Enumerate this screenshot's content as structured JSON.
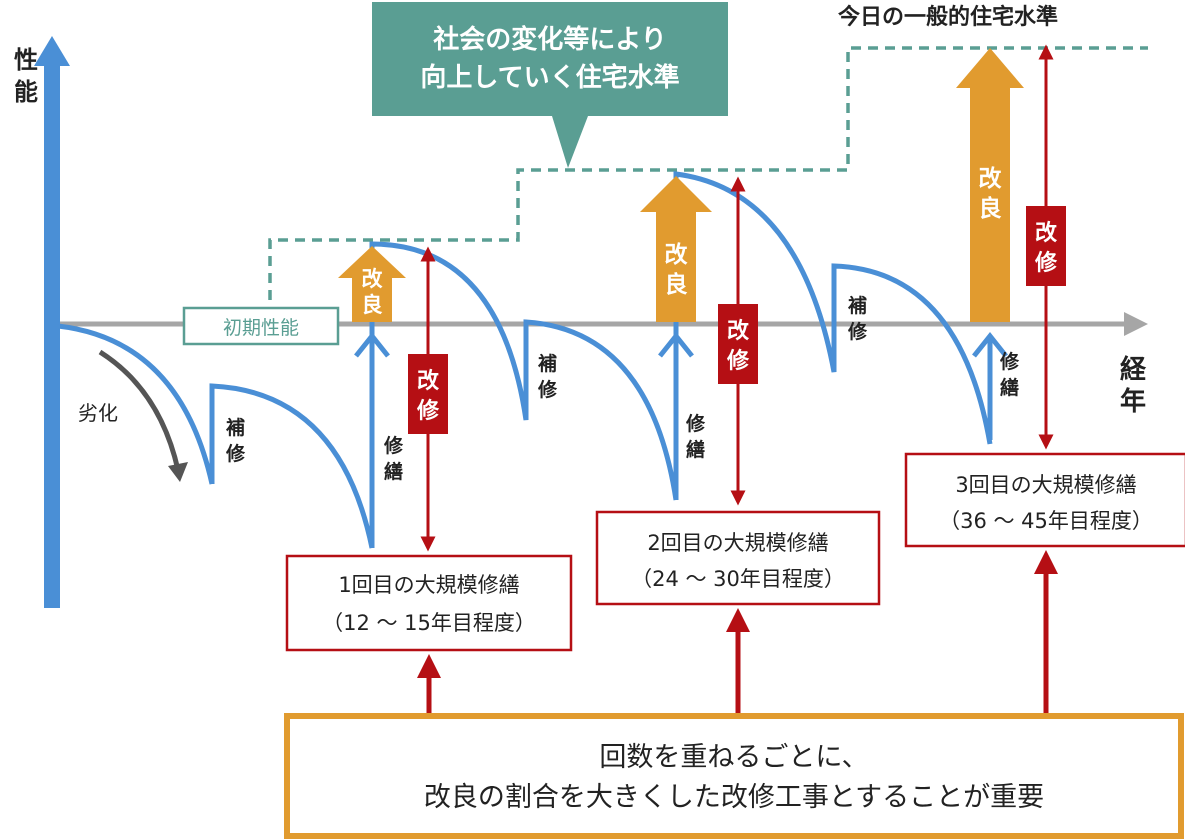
{
  "colors": {
    "axis_blue": "#4a8fd6",
    "curve_blue": "#4a8fd6",
    "improve_orange": "#e19b2f",
    "renovate_red": "#b50f14",
    "baseline_gray": "#a6a6a6",
    "teal": "#5a9e93",
    "degrade_gray": "#555555",
    "summary_border": "#e19b2f"
  },
  "axes": {
    "y_label_1": "性",
    "y_label_2": "能",
    "x_label_1": "経",
    "x_label_2": "年"
  },
  "labels": {
    "initial_performance": "初期性能",
    "degradation": "劣化",
    "todays_standard": "今日の一般的住宅水準",
    "callout_line1": "社会の変化等により",
    "callout_line2": "向上していく住宅水準"
  },
  "repairs": [
    {
      "c1": "補",
      "c2": "修"
    },
    {
      "c1": "補",
      "c2": "修"
    },
    {
      "c1": "補",
      "c2": "修"
    }
  ],
  "restorations": [
    {
      "c1": "修",
      "c2": "繕"
    },
    {
      "c1": "修",
      "c2": "繕"
    },
    {
      "c1": "修",
      "c2": "繕"
    }
  ],
  "improvements": [
    {
      "c1": "改",
      "c2": "良"
    },
    {
      "c1": "改",
      "c2": "良"
    },
    {
      "c1": "改",
      "c2": "良"
    }
  ],
  "renovations": [
    {
      "c1": "改",
      "c2": "修"
    },
    {
      "c1": "改",
      "c2": "修"
    },
    {
      "c1": "改",
      "c2": "修"
    }
  ],
  "major_repairs": [
    {
      "line1": "1回目の大規模修繕",
      "line2": "（12 ～ 15年目程度）"
    },
    {
      "line1": "2回目の大規模修繕",
      "line2": "（24 ～ 30年目程度）"
    },
    {
      "line1": "3回目の大規模修繕",
      "line2": "（36 ～ 45年目程度）"
    }
  ],
  "summary": {
    "line1": "回数を重ねるごとに、",
    "line2": "改良の割合を大きくした改修工事とすることが重要"
  }
}
